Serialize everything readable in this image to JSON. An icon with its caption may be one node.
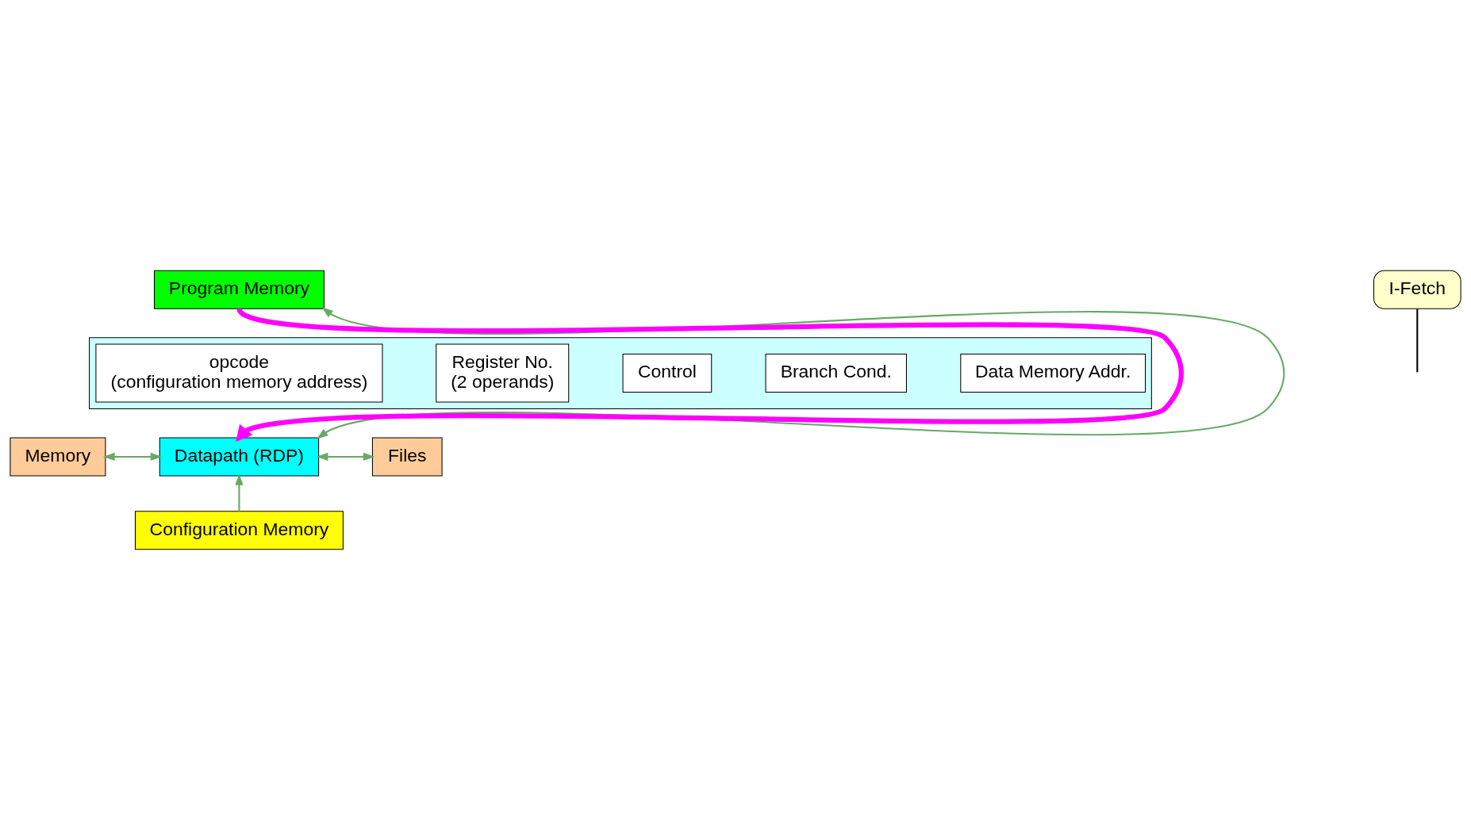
{
  "diagram": {
    "nodes": [
      {
        "text": [
          "Program Memory"
        ]
      },
      {
        "text": [
          "I-Fetch"
        ]
      },
      {
        "text": [],
        "shape": "box"
      },
      {
        "text": [
          "opcode",
          "(configuration memory address)"
        ],
        "in": 2
      },
      {
        "text": [
          "Register No.",
          "(2 operands)"
        ],
        "in": 2
      },
      {
        "text": [
          "Control"
        ],
        "in": 2
      },
      {
        "text": [
          "Branch Cond."
        ],
        "in": 2
      },
      {
        "text": [
          "Data Memory Addr."
        ],
        "in": 2
      },
      {
        "text": [
          "Memory"
        ]
      },
      {
        "text": [
          "Datapath (RDP)"
        ]
      },
      {
        "text": [
          "Files"
        ]
      },
      {
        "text": [
          "Configuration Memory"
        ]
      }
    ],
    "edges": [
      {
        "from": 0,
        "to": 9,
        "arrow": "both"
      },
      {
        "from": 0,
        "to": 9,
        "arrow": "to",
        "style": "thick",
        "color": "#ff00ff"
      },
      {
        "from": 1,
        "to": null,
        "arrow": "none",
        "color": "#000000"
      },
      {
        "from": 8,
        "to": 9,
        "arrow": "both"
      },
      {
        "from": 9,
        "to": 10,
        "arrow": "both"
      },
      {
        "from": 11,
        "to": 9,
        "arrow": "to"
      }
    ]
  }
}
